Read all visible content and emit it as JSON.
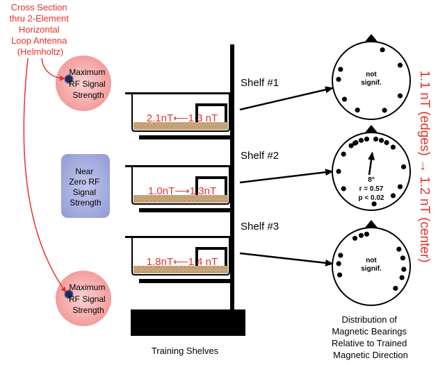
{
  "antenna": {
    "label_lines": [
      "Cross Section",
      "thru 2-Element",
      "Horizontal",
      "Loop Antenna",
      "(Helmholtz)"
    ],
    "max_top_lines": [
      "Maximum",
      "RF Signal",
      "Strength"
    ],
    "max_bottom_lines": [
      "Maximum",
      "RF Signal",
      "Strength"
    ],
    "near_zero_lines": [
      "Near",
      "Zero RF",
      "Signal",
      "Strength"
    ]
  },
  "shelves": {
    "caption": "Training Shelves",
    "items": [
      {
        "name": "Shelf #1",
        "field_text": "2.1nT⟵1.3 nT"
      },
      {
        "name": "Shelf #2",
        "field_text": "1.0nT⟶1.3nT"
      },
      {
        "name": "Shelf #3",
        "field_text": "1.8nT⟵1.4  nT"
      }
    ]
  },
  "circles": {
    "caption_lines": [
      "Distribution of",
      "Magnetic Bearings",
      "Relative to Trained",
      "Magnetic Direction"
    ],
    "items": [
      {
        "label_lines": [
          "not",
          "signif."
        ],
        "angles_deg": [
          20,
          62,
          118,
          156,
          205,
          235,
          272,
          290
        ]
      },
      {
        "label_lines": [
          "8°",
          "r = 0.57",
          "p < 0.02"
        ],
        "mean_angle_deg": 8,
        "angles_deg": [
          -38,
          -28,
          -18,
          -8,
          8,
          18,
          28,
          42,
          82,
          118,
          138,
          175,
          238,
          270,
          302,
          330
        ]
      },
      {
        "label_lines": [
          "not",
          "signif."
        ],
        "angles_deg": [
          -30,
          -18,
          -8,
          58,
          75,
          95,
          110,
          132,
          255,
          275,
          290
        ]
      }
    ]
  },
  "side_label": "1.1 nT (edges) → 1.2 nT (center)",
  "colors": {
    "red": "#e8322a",
    "pink": "#f7a9a9",
    "blue": "#a9b0df",
    "soil": "#c4a27a",
    "black": "#000000"
  }
}
